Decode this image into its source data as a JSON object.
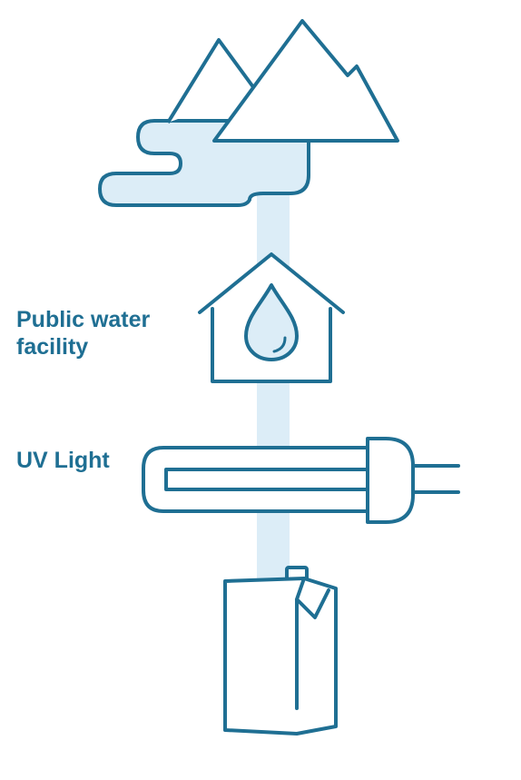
{
  "labels": {
    "facility_line1": "Public water",
    "facility_line2": "facility",
    "uv_light": "UV Light"
  },
  "icons": [
    "mountains-icon",
    "lake-icon",
    "house-water-drop-icon",
    "uv-lamp-icon",
    "water-carton-icon"
  ],
  "colors": {
    "stroke": "#1f6f93",
    "water_fill": "#dcedf7",
    "label_text": "#1f6f93",
    "background": "#ffffff"
  }
}
